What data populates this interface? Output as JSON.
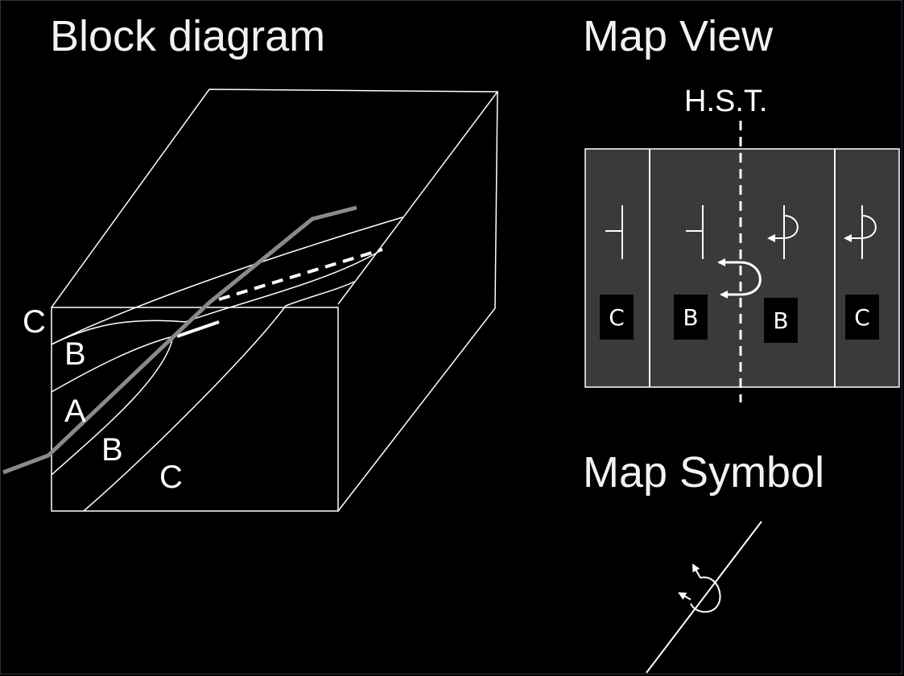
{
  "titles": {
    "block": "Block diagram",
    "map_view": "Map View",
    "map_symbol": "Map Symbol"
  },
  "block_labels": {
    "c_top": "C",
    "b_upper": "B",
    "a_core": "A",
    "b_lower": "B",
    "c_lower": "C"
  },
  "map": {
    "axis_label": "H.S.T.",
    "units": [
      "C",
      "B",
      "B",
      "C"
    ]
  },
  "colors": {
    "background": "#000000",
    "line": "#ffffff",
    "map_fill": "#3a3a3a",
    "fold_axis_gray": "#8a8a8a"
  }
}
